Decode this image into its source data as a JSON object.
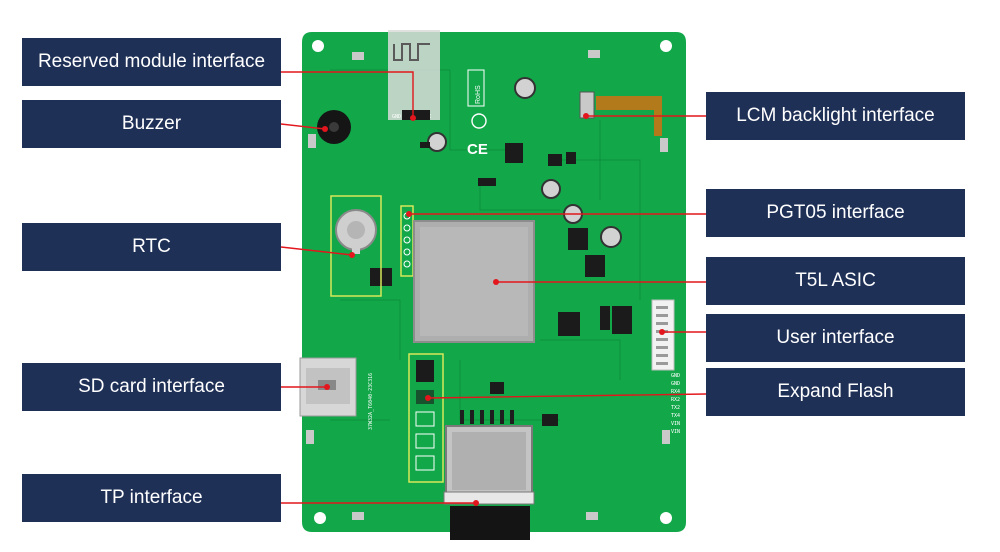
{
  "labels": {
    "reserved_module": "Reserved module interface",
    "buzzer": "Buzzer",
    "rtc": "RTC",
    "sd_card": "SD card interface",
    "tp": "TP interface",
    "lcm_backlight": "LCM backlight interface",
    "pgt05": "PGT05 interface",
    "t5l_asic": "T5L ASIC",
    "user_interface": "User interface",
    "expand_flash": "Expand Flash"
  },
  "board_marks": {
    "rohs": "RoHS",
    "ce": "CE",
    "pins": [
      "GND",
      "GND",
      "RX4",
      "RX2",
      "TX2",
      "TX4",
      "VIN",
      "VIN"
    ],
    "serial": "37W32A_T6040-23C316"
  },
  "colors": {
    "label_bg": "#1f3057",
    "label_text": "#ffffff",
    "leader": "#e2161c",
    "pcb": "#12a84a"
  }
}
